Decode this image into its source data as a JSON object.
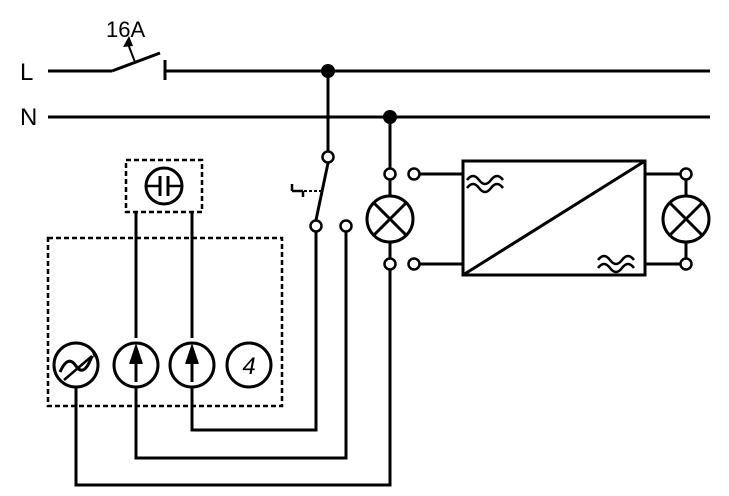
{
  "lines": {
    "line_label": "L",
    "neutral_label": "N"
  },
  "breaker": {
    "rating": "16A"
  },
  "module": {
    "channel_number": "4"
  },
  "icons": [
    "circuit-breaker-icon",
    "pushbutton-icon",
    "lamp-icon",
    "converter-icon",
    "sensor-icon",
    "arrow-icon",
    "ac-symbol-icon",
    "dc-symbol-icon",
    "terminal-icon",
    "junction-dot-icon"
  ],
  "colors": {
    "stroke": "#000000",
    "background": "#ffffff"
  }
}
